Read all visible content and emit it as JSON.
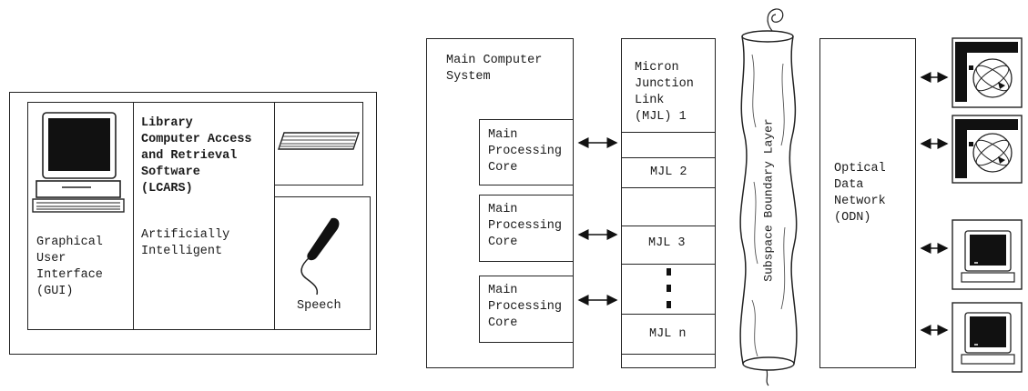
{
  "left_panel": {
    "gui_label": "Graphical\nUser\nInterface\n(GUI)",
    "lcars_title": "Library\nComputer Access\nand Retrieval\nSoftware\n(LCARS)",
    "ai_label": "Artificially\nIntelligent",
    "speech_label": "Speech",
    "icons": [
      "computer-monitor-icon",
      "keyboard-icon",
      "microphone-icon"
    ]
  },
  "main_system": {
    "title": "Main Computer\nSystem",
    "cores": [
      "Main\nProcessing\nCore",
      "Main\nProcessing\nCore",
      "Main\nProcessing\nCore"
    ]
  },
  "mjl_column": {
    "items": [
      "Micron\nJunction\nLink\n(MJL) 1",
      "MJL 2",
      "MJL 3",
      "MJL n"
    ]
  },
  "subspace_label": "Subspace Boundary Layer",
  "odn_label": "Optical\nData\nNetwork\n(ODN)",
  "right_icons": [
    "globe-display-icon",
    "globe-display-icon",
    "monitor-icon",
    "monitor-icon"
  ]
}
